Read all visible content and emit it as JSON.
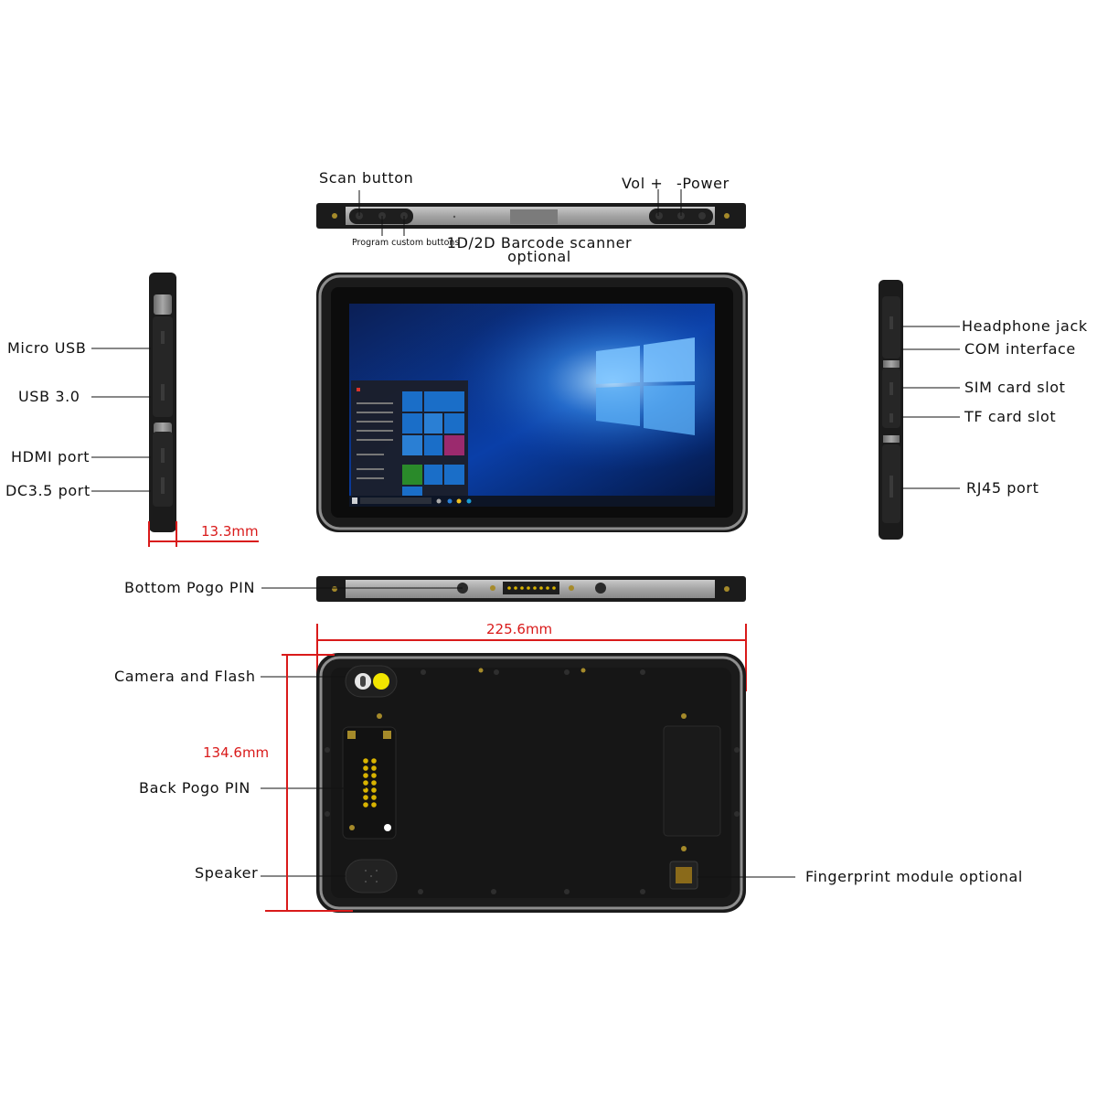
{
  "top_edge": {
    "scan_button": "Scan button",
    "program_buttons": "Program custom buttons",
    "barcode_line1": "1D/2D Barcode scanner",
    "barcode_line2": "optional",
    "vol": "Vol +",
    "power": "-Power"
  },
  "left_edge": {
    "micro_usb": "Micro USB",
    "usb3": "USB 3.0",
    "hdmi": "HDMI port",
    "dc": "DC3.5 port",
    "thickness": "13.3mm"
  },
  "right_edge": {
    "headphone": "Headphone jack",
    "com": "COM interface",
    "sim": "SIM card slot",
    "tf": "TF card slot",
    "rj45": "RJ45 port"
  },
  "bottom_edge": {
    "pogo": "Bottom Pogo PIN",
    "width": "225.6mm"
  },
  "back": {
    "camera": "Camera and Flash",
    "height": "134.6mm",
    "back_pogo": "Back Pogo PIN",
    "speaker": "Speaker",
    "fingerprint": "Fingerprint module optional"
  },
  "colors": {
    "body": "#1b1b1b",
    "trim": "#8e8e8e",
    "dimension": "#d91a1a",
    "screen_blue": "#0a3fa8",
    "tile_blue": "#1a6ec8",
    "flash": "#f2e500",
    "pogo_pin": "#d8b300"
  }
}
